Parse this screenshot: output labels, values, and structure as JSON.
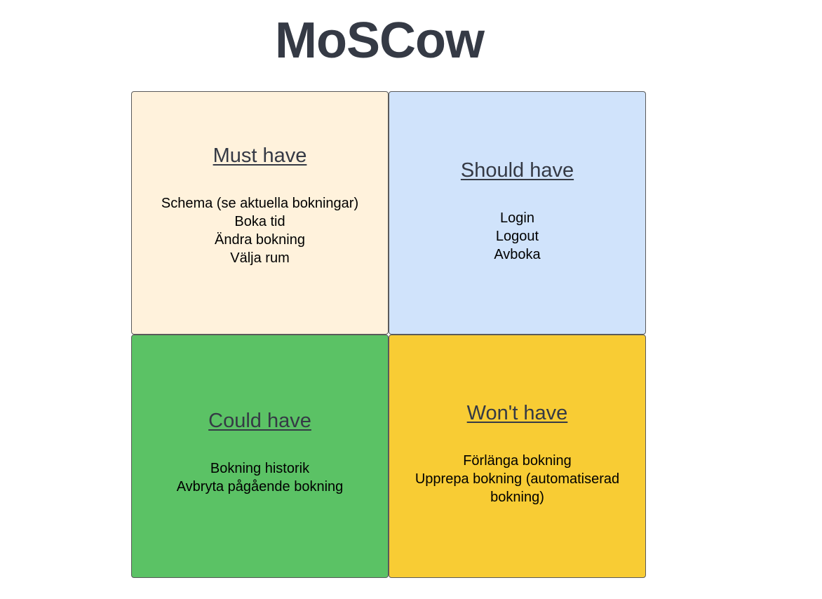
{
  "title": "MoSCow",
  "colors": {
    "must": "#fff2dc",
    "should": "#d0e3fb",
    "could": "#5bc265",
    "wont": "#f8cc34",
    "title_text": "#353a45"
  },
  "quadrants": {
    "must": {
      "heading": "Must have",
      "items": [
        "Schema (se aktuella bokningar)",
        "Boka tid",
        "Ändra bokning",
        "Välja rum"
      ]
    },
    "should": {
      "heading": "Should have",
      "items": [
        "Login",
        "Logout",
        "Avboka"
      ]
    },
    "could": {
      "heading": "Could have",
      "items": [
        "Bokning historik",
        "Avbryta pågående bokning"
      ]
    },
    "wont": {
      "heading": "Won't have",
      "items": [
        "Förlänga bokning",
        "Upprepa bokning (automatiserad",
        "bokning)"
      ]
    }
  }
}
